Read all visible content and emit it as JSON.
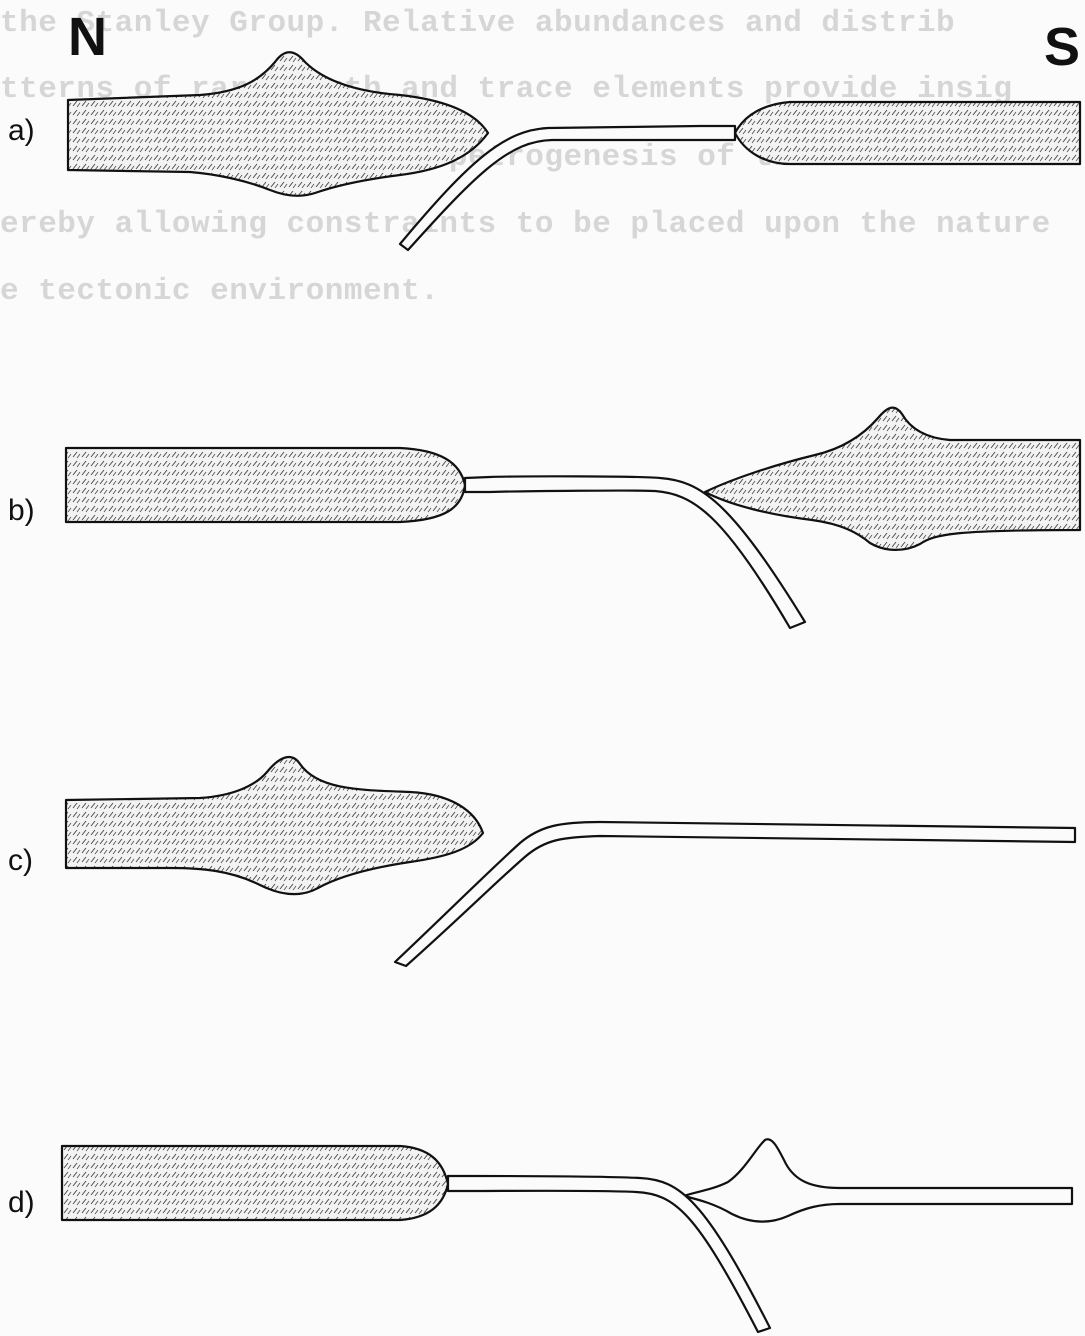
{
  "background_text": [
    "the Stanley Group.  Relative abundances and distrib",
    "tterns of rare earth and trace elements provide insig",
    "to the source and petrogenesis of the",
    "ereby allowing constraints to be placed upon the nature",
    "e tectonic environment."
  ],
  "compass": {
    "north": "N",
    "south": "S"
  },
  "panels": [
    {
      "label": "a)"
    },
    {
      "label": "b)"
    },
    {
      "label": "c)"
    },
    {
      "label": "d)"
    }
  ],
  "colors": {
    "outline": "#111111",
    "crust_fill": "#f2f2f2",
    "hatch": "#444444",
    "background": "#fbfbfb"
  }
}
